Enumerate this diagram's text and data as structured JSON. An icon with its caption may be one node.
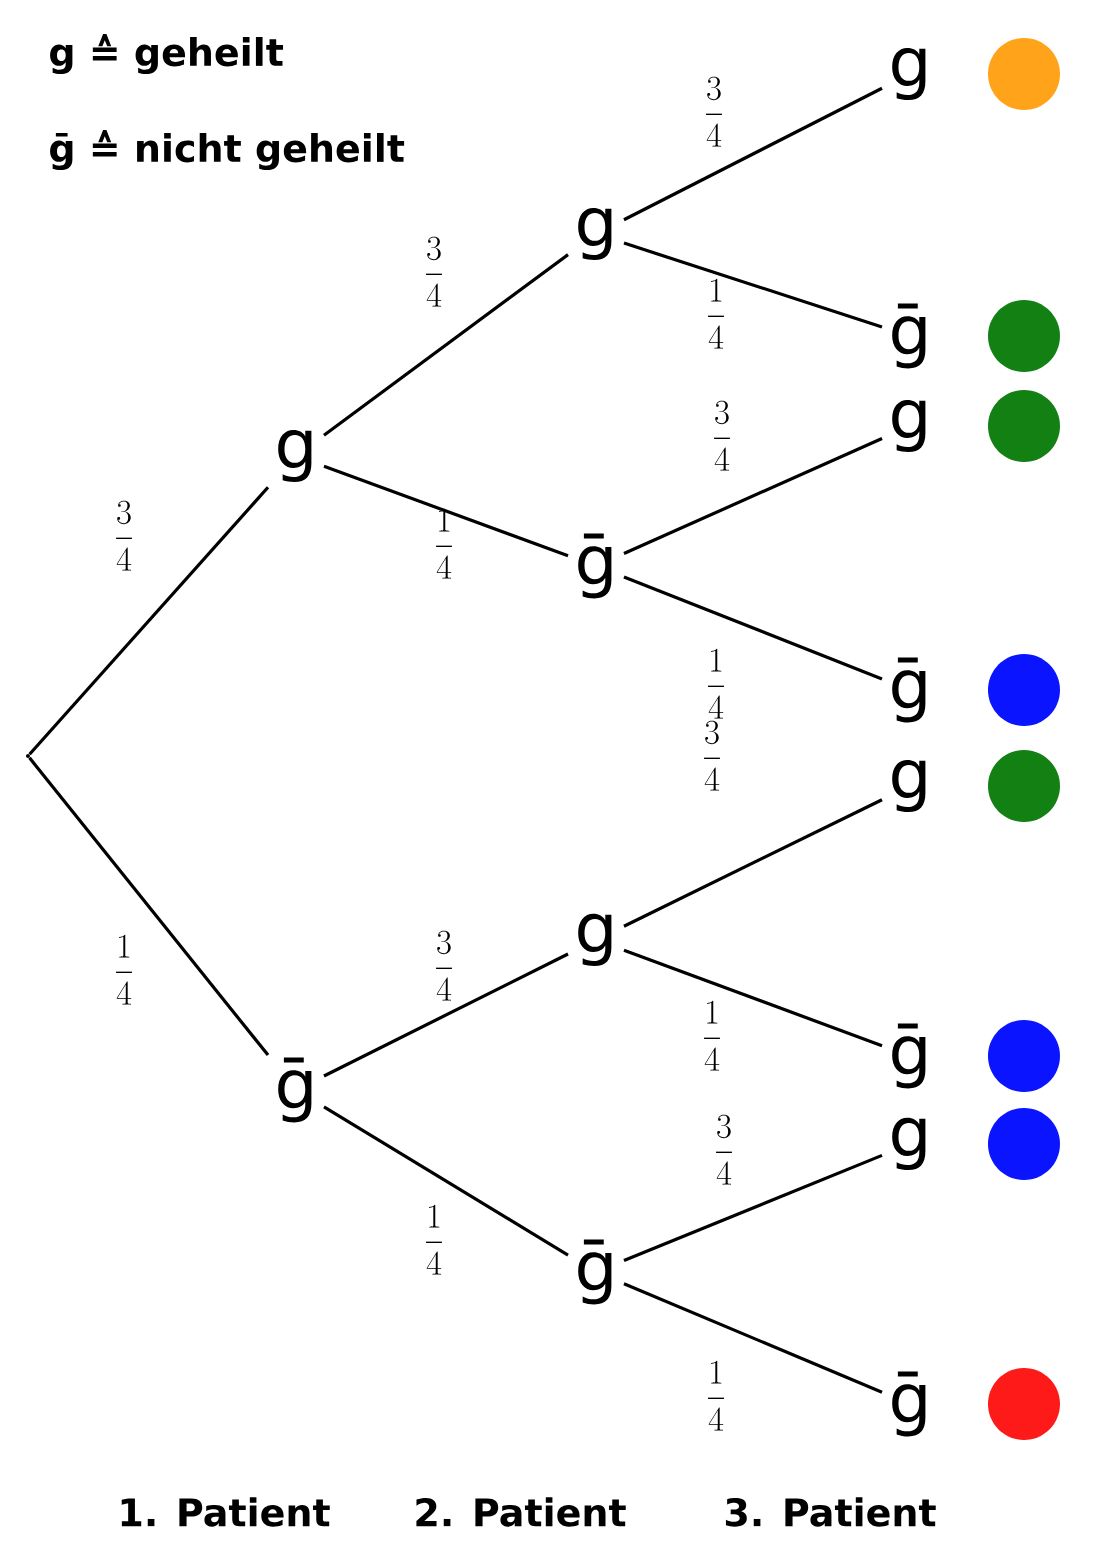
{
  "diagram": {
    "nodes": [
      {
        "text": [],
        "shape": "point"
      },
      {
        "text": [
          "g"
        ]
      },
      {
        "text": [
          "ḡ"
        ]
      },
      {
        "text": [
          "g"
        ]
      },
      {
        "text": [
          "ḡ"
        ]
      },
      {
        "text": [
          "g"
        ]
      },
      {
        "text": [
          "ḡ"
        ]
      },
      {
        "text": [
          "g"
        ]
      },
      {
        "text": [
          "ḡ"
        ]
      },
      {
        "text": [
          "g"
        ]
      },
      {
        "text": [
          "ḡ"
        ]
      },
      {
        "text": [
          "g"
        ]
      },
      {
        "text": [
          "ḡ"
        ]
      },
      {
        "text": [
          "g"
        ]
      },
      {
        "text": [
          "ḡ"
        ]
      }
    ],
    "edges": [
      {
        "from": 0,
        "to": 1,
        "arrow": "none",
        "label": "\\frac{3}{4}"
      },
      {
        "from": 0,
        "to": 2,
        "arrow": "none",
        "label": "\\frac{1}{4}"
      },
      {
        "from": 1,
        "to": 3,
        "arrow": "none",
        "label": "\\frac{3}{4}"
      },
      {
        "from": 1,
        "to": 4,
        "arrow": "none",
        "label": "\\frac{1}{4}"
      },
      {
        "from": 2,
        "to": 5,
        "arrow": "none",
        "label": "\\frac{3}{4}"
      },
      {
        "from": 2,
        "to": 6,
        "arrow": "none",
        "label": "\\frac{1}{4}"
      },
      {
        "from": 3,
        "to": 7,
        "arrow": "none",
        "label": "\\frac{3}{4}"
      },
      {
        "from": 3,
        "to": 8,
        "arrow": "none",
        "label": "\\frac{1}{4}"
      },
      {
        "from": 4,
        "to": 9,
        "arrow": "none",
        "label": "\\frac{3}{4}"
      },
      {
        "from": 4,
        "to": 10,
        "arrow": "none",
        "label": "\\frac{1}{4}"
      },
      {
        "from": 5,
        "to": 11,
        "arrow": "none",
        "label": "\\frac{3}{4}"
      },
      {
        "from": 5,
        "to": 12,
        "arrow": "none",
        "label": "\\frac{1}{4}"
      },
      {
        "from": 6,
        "to": 13,
        "arrow": "none",
        "label": "\\frac{3}{4}"
      },
      {
        "from": 6,
        "to": 14,
        "arrow": "none",
        "label": "\\frac{1}{4}"
      }
    ],
    "labels": [
      "g ≙ geheilt",
      "ḡ ≙ nicht geheilt",
      "1. Patient",
      "2. Patient",
      "3. Patient"
    ]
  }
}
